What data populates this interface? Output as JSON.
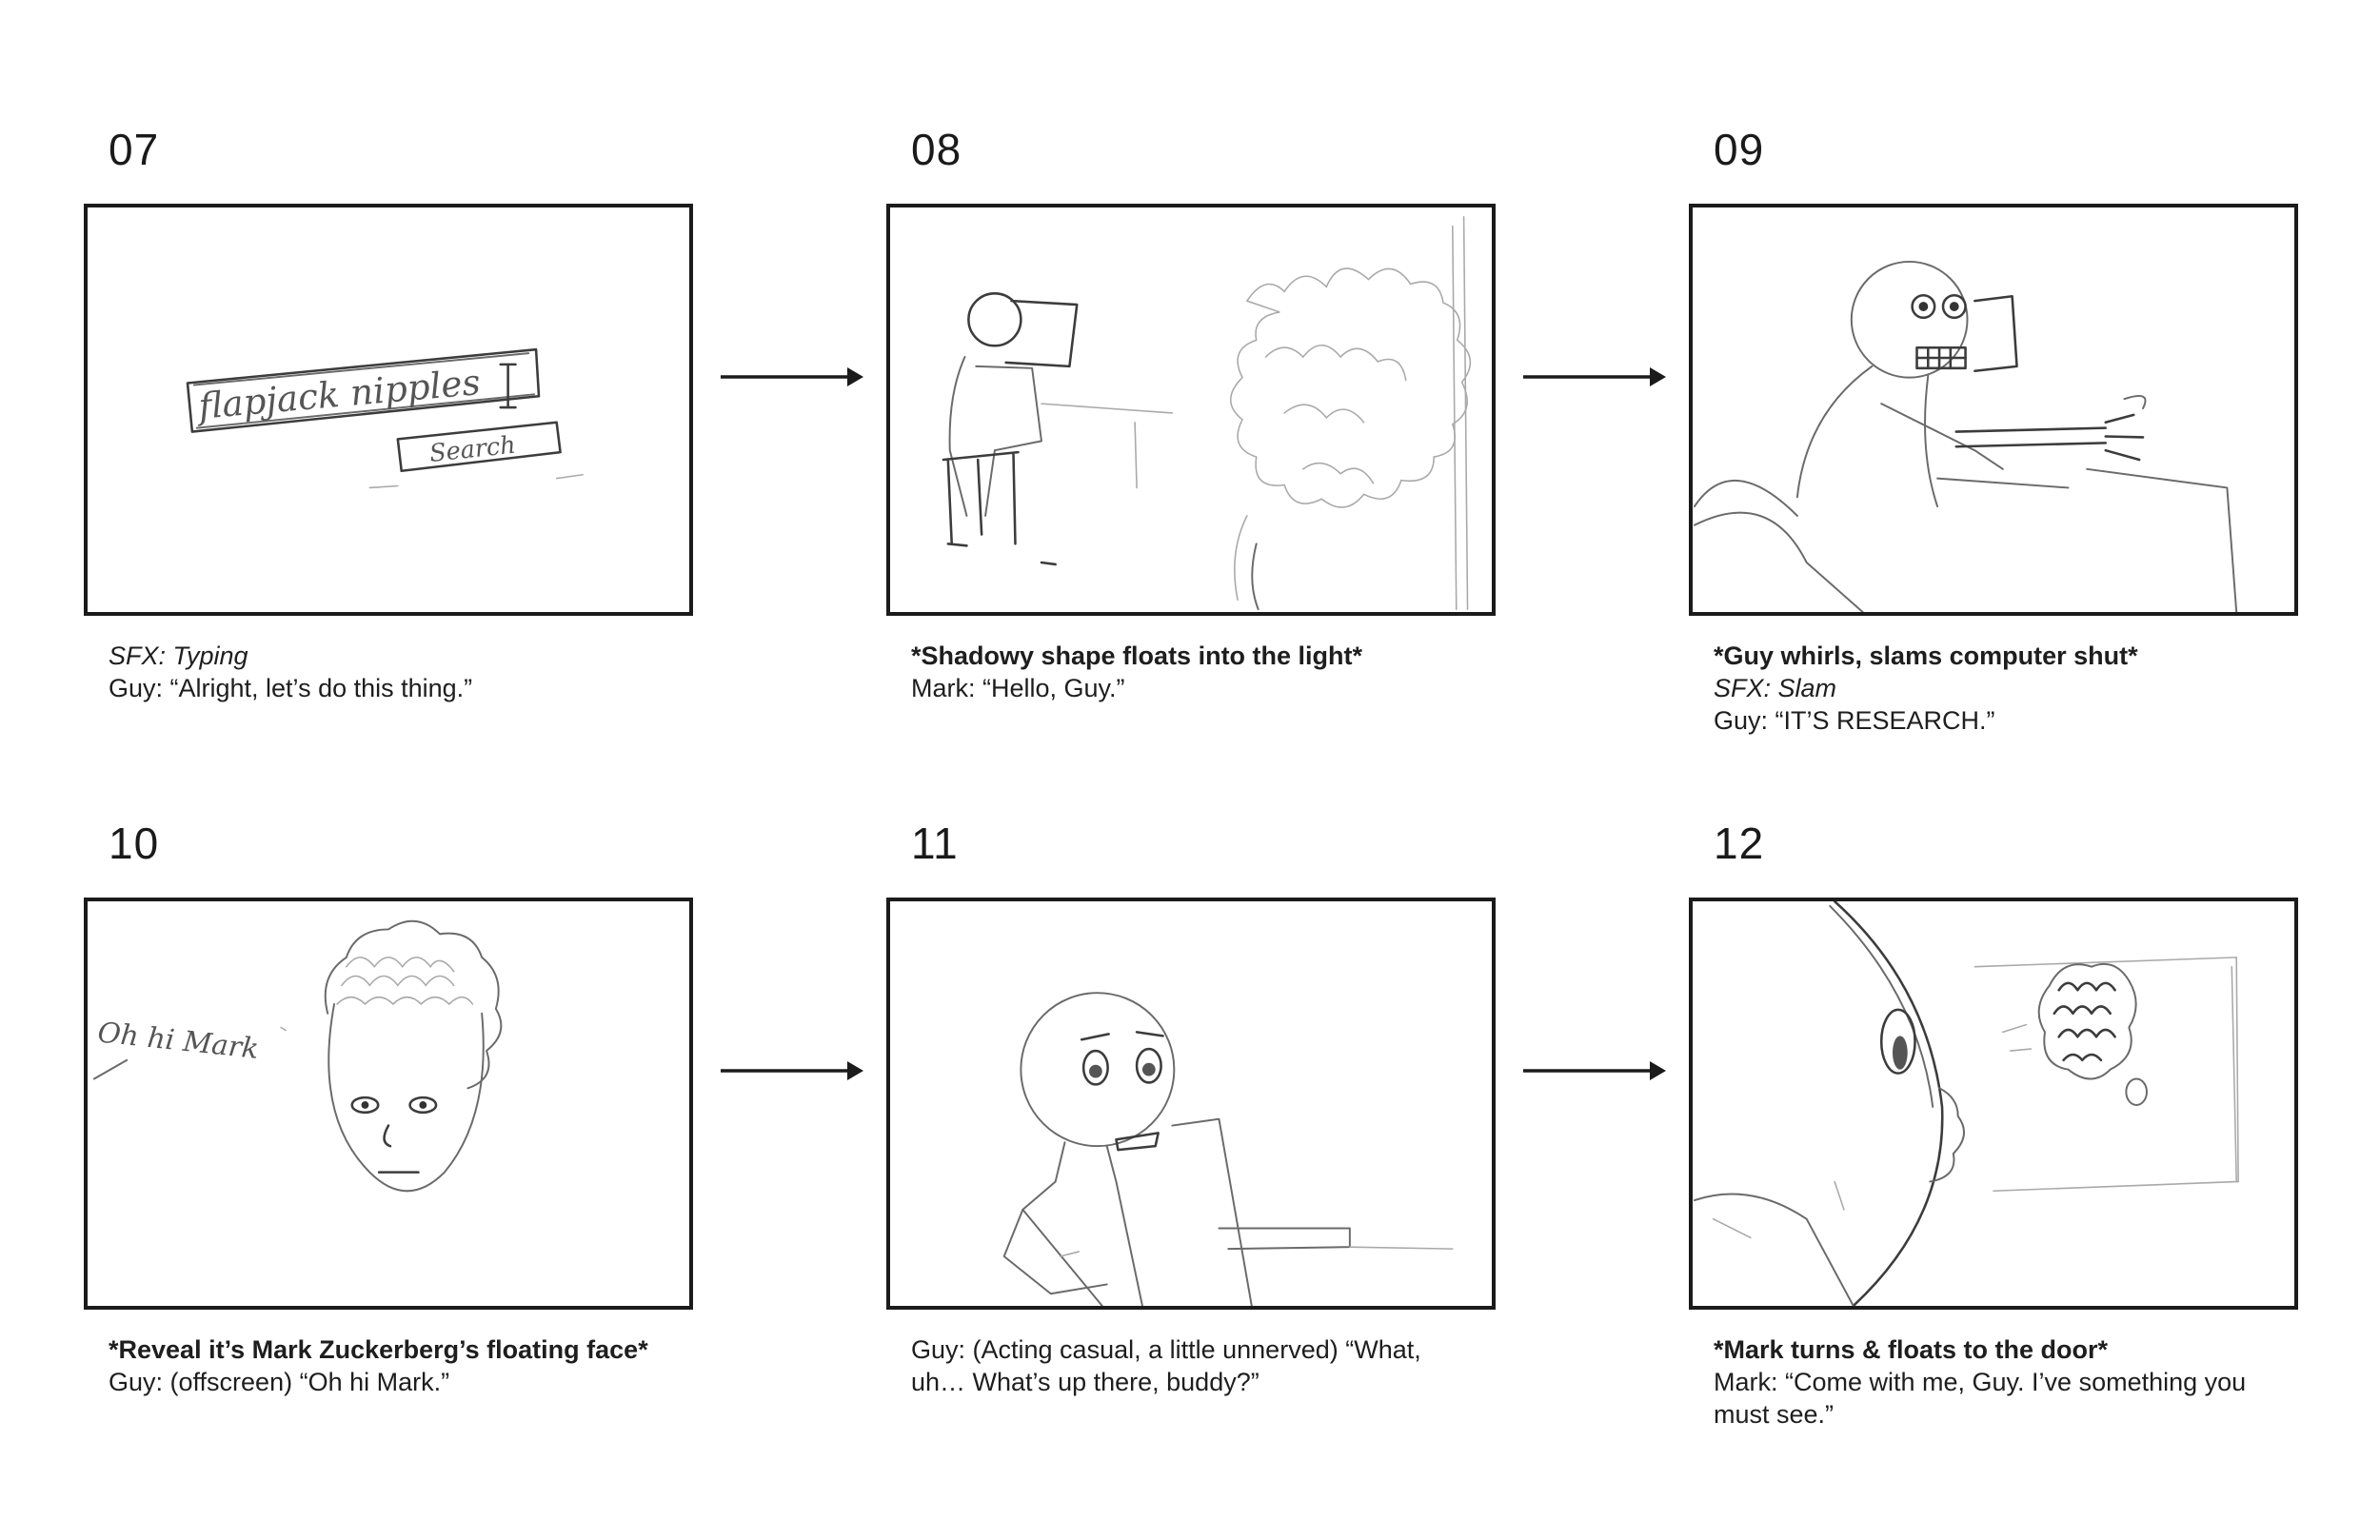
{
  "panels": [
    {
      "number": "07",
      "lines": [
        {
          "text": "SFX: Typing",
          "style": "italic"
        },
        {
          "text": "Guy: “Alright, let’s do this thing.”",
          "style": "normal"
        }
      ],
      "sketch": {
        "search_text": "flapjack nipples",
        "button_text": "Search"
      }
    },
    {
      "number": "08",
      "lines": [
        {
          "text": "*Shadowy shape floats into the light*",
          "style": "bold"
        },
        {
          "text": "Mark: “Hello, Guy.”",
          "style": "normal"
        }
      ]
    },
    {
      "number": "09",
      "lines": [
        {
          "text": "*Guy whirls, slams computer shut*",
          "style": "bold"
        },
        {
          "text": "SFX: Slam",
          "style": "italic"
        },
        {
          "text": "Guy: “IT’S RESEARCH.”",
          "style": "normal"
        }
      ]
    },
    {
      "number": "10",
      "lines": [
        {
          "text": "*Reveal it’s Mark Zuckerberg’s floating face*",
          "style": "bold"
        },
        {
          "text": "Guy: (offscreen) “Oh hi Mark.”",
          "style": "normal"
        }
      ],
      "sketch": {
        "handwriting": "Oh hi Mark"
      }
    },
    {
      "number": "11",
      "lines": [
        {
          "text": "Guy: (Acting casual, a little unnerved) “What,",
          "style": "normal"
        },
        {
          "text": "uh… What’s up there, buddy?”",
          "style": "normal"
        }
      ]
    },
    {
      "number": "12",
      "lines": [
        {
          "text": "*Mark turns & floats to the door*",
          "style": "bold"
        },
        {
          "text": "Mark: “Come with me, Guy. I’ve something you",
          "style": "normal"
        },
        {
          "text": "must see.”",
          "style": "normal"
        }
      ]
    }
  ],
  "colors": {
    "frame_border": "#1b1b1b",
    "text": "#1e1e1e",
    "sketch": "#6a6a6a",
    "background": "#ffffff"
  }
}
